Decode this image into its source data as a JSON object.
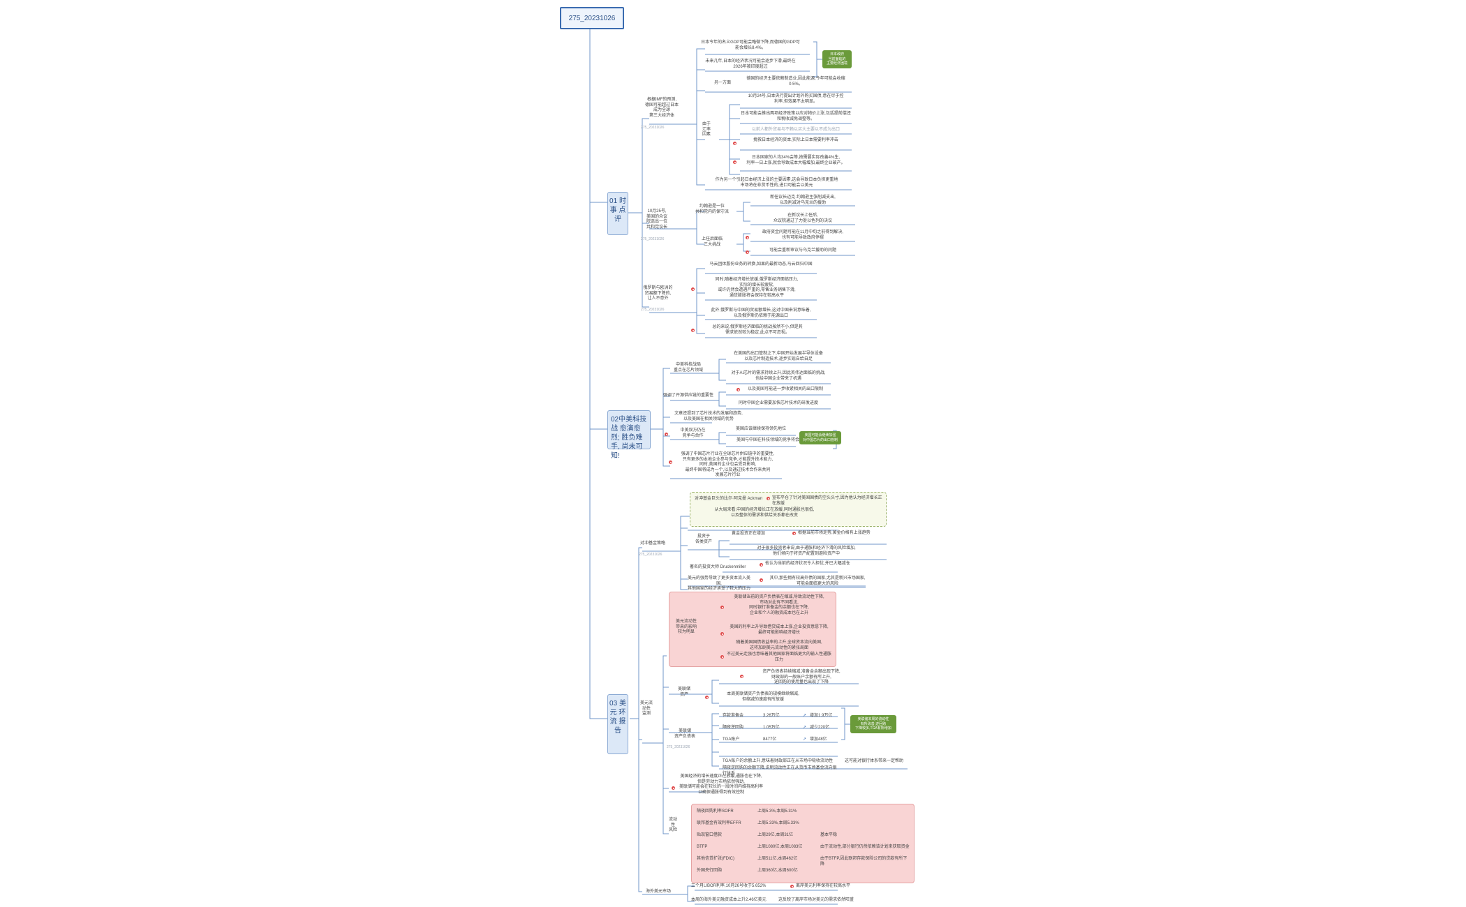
{
  "root": "275_20231026",
  "sections": [
    {
      "id": "s1",
      "label": "01\n时\n事\n点\n评"
    },
    {
      "id": "s2",
      "label": "02中美科技战\n愈演愈烈;\n胜负难手,\n尚未可知!"
    },
    {
      "id": "s3",
      "label": "03\n美\n元\n环\n流\n报\n告"
    }
  ],
  "source_tag": "275_20231026",
  "s1": {
    "t1": "根据IMF的预测,\n德国可能超过日本\n成为全球\n第三大经济体",
    "t1_items": [
      "日本今年的名义GDP可能会略微下降,而德国的GDP可\n能会增长8.4%。",
      "未来几年,日本的经济状况可能会逐步下滑,最终在\n2026年被印度超过",
      "德国的经济主要依赖制造业,因此能源,今年可能会收缩\n0.5%。",
      "10月24号,日本央行提出计划外购买国债,意在尽于控\n利率,但效果不太明显。",
      "日本可能会推出两项经济政策以应对物价上涨,包括提前偿还\n和税收减免调整等。",
      "以前人都外贸易与不赖以买大主要以不成为出口",
      "挽救日本经济的资本,实际上日本需要利率冲击",
      "日本国家的人均34%会等,按需要实际改善4%生,\n利率一日上涨,就会导致成本大幅增加,最终企业破产。",
      "作为另一个引起日本经济上涨的主要因素,这会导致日本负担更重地\n市场将在非货币性的,进口可能会以美元"
    ],
    "t1_labels": [
      "另一方面",
      "由于\n汇率\n因素"
    ],
    "t1_side": "日本政府\n当前面临的\n主要经济困境",
    "t2": "10月25号,\n美国的众议\n院选出一位\n共和党议长",
    "t2_items": [
      "新任议长迈克·约翰逊主张削减支出,\n以及削减对乌克兰的援助",
      "在新议长上任后,\n众议院通过了力挺以色列的决议",
      "政府资金问题可能在11月中旬之前得到解决,\n也有可能导致政府停摆",
      "可能会重新审议与乌克兰援助的问题"
    ],
    "t2_labels": [
      "约翰逊是一位\n共和党内的保守派",
      "上任后面临\n三大挑战"
    ],
    "t3": "俄罗斯与欧洲的\n贸易额下降的,\n让人不意外",
    "t3_items": [
      "马云团体股份业务的转换,如果的最新动态,马云回归中国",
      "同时,随着经济增长放缓,俄罗斯经济面临压力,\n实际的增长较疲软,\n或许仍然会遭遇严重的,零售业务销售下滑,\n通货膨胀将会保持在较高水平",
      "此外,俄罗斯与中国的贸易额增长,这对中国来说意味着,\n以及俄罗斯仍依赖于能源出口",
      "总的来说,俄罗斯经济面临的挑战虽然不小,但是其\n需求依然较为稳定,此点不可忽视。"
    ]
  },
  "s2": {
    "labels": [
      "中美科技战局\n重点在芯片领域",
      "强调了开源供应链的重要性",
      "文章还提到了芯片技术的发展和趋势,\n以及美国在相关领域的优势",
      "中美双方仍在\n竞争与合作"
    ],
    "items": [
      "在美国的出口管制之下,中国开始发展半导体设备\n以及芯片制造技术,逐步实现自给自足",
      "对于AI芯片的需求持续上升,因此英伟达面临的挑战,\n也给中国企业带来了机遇",
      "以及美国可能进一步收紧相关的出口限制",
      "同时中国企业需要加快芯片技术的研发进度",
      "美国应该继续保持领先地位",
      "美国与中国在科技领域的竞争将会越来越激烈",
      "强调了中国芯片行业在全球芯片供应链中的重要性,\n只有更多的本地企业参与竞争,才能提升技术能力,\n同时,美国的企业也会受到影响,\n最终中国将成为一个,以及通过技术合作来共同\n发展芯片行业"
    ],
    "tag": "美国可能会继续加强\n对中国芯片的出口管制"
  },
  "s3": {
    "t1": "对冲基金策略",
    "t1_items": [
      "对冲基金巨头的比尔·阿克曼 Ackman",
      "宣布平仓了针对美国国债的空头头寸,因为他认为经济增长正在放缓",
      "从大局来看,中国的经济增长正在放缓,同时通胀也很低,\n以及整体的需求和供给关系都在改变",
      "投资于\n各类资产",
      "黄金投资正在增加",
      "根据当前市场走势,黄金价格有上涨趋势",
      "对于很多投资者来说,由于通胀和经济下滑的风险增加,\n他们倾向于将资产配置到避险资产中",
      "著名的投资大师 Druckenmiller",
      "他认为当前的经济状况令人担忧,并已大幅减仓",
      "美元的强势导致了更多资本流入美国,\n其他国家的经济承受了较大的压力",
      "其中,那些拥有较高外债的国家,尤其是新兴市场国家,\n可能会面临更大的风险"
    ],
    "red1_label": "美元流动性\n带来的影响\n较为明显",
    "red1_items": [
      "美联储当前的资产负债表在缩减,导致流动性下降,\n市场对此有不同看法,\n同时银行准备金的余额也在下降,\n企业和个人的融资成本也在上升",
      "美国的利率上升导致借贷成本上涨,企业投资意愿下降,\n最终可能影响经济增长",
      "随着美国国债收益率的上升,全球资本流向美国,\n这将加剧美元流动性的紧张局面",
      "不过美元走强也意味着其他国家将面临更大的输入性通胀压力"
    ],
    "liq_label": "美元流\n动性\n监测",
    "liq_a": "美联储\n资产",
    "liq_a_items": [
      "资产负债表持续缩减,准备金余额出现下降,\n财政部的一般账户余额有所上升,\n逆回购的使用量也出现了下降",
      "本周美联储资产负债表的规模继续缩减,\n但缩减的速度有所放缓"
    ],
    "liq_b": "美联储\n资产负债表",
    "table": [
      {
        "k": "存款准备金",
        "v": "3.26万亿",
        "d": "增加1.9万亿"
      },
      {
        "k": "隔夜逆回购",
        "v": "1.05万亿",
        "d": "减少220亿"
      },
      {
        "k": "TGA账户",
        "v": "8477亿",
        "d": "增加48亿"
      }
    ],
    "table_tag": "美联储本周的流动性\n有所改善,逆回购\n下降较多,TGA有所增加",
    "liq_c_items": [
      "TGA账户的余额上升,意味着财政部正在从市场中吸收流动性",
      "隔夜逆回购的余额下降,说明流动性正在从货币市场基金流向银行体系",
      "这可能对银行体系带来一定帮助"
    ],
    "misc": "美国经济的增长速度正在放缓,通胀也在下降,\n但是劳动力市场依然强劲,\n美联储可能会在较长的一段时间内维持高利率\n以确保通胀得到有效控制",
    "red2_label": "流动\n性\n风险",
    "red2_rows": [
      {
        "k": "隔夜回购利率SOFR",
        "v": "上周5.3%,本周5.31%"
      },
      {
        "k": "联邦基金有效利率EFFR",
        "v": "上周5.33%,本周5.33%"
      },
      {
        "k": "贴现窗口借款",
        "v": "上周29亿,本周31亿",
        "n": "基本平稳"
      },
      {
        "k": "BTFP",
        "v": "上周1080亿,本周1083亿",
        "n": "由于流动性,部分银行仍然依赖该计划来获取资金"
      },
      {
        "k": "其他信贷扩张(FDIC)",
        "v": "上周511亿,本周462亿",
        "n": "由于BTFP,因此联邦存款保险公司的贷款有所下降"
      },
      {
        "k": "外国央行回购",
        "v": "上周360亿,本周600亿"
      }
    ],
    "t_last": "海外美元市场",
    "last_items": [
      "三个月LIBOR利率,10月26号收于5.652%",
      "离岸美元利率保持在较高水平",
      "本周的海外美元融资成本上升2.46亿美元",
      "这反映了离岸市场对美元的需求依然旺盛"
    ]
  }
}
